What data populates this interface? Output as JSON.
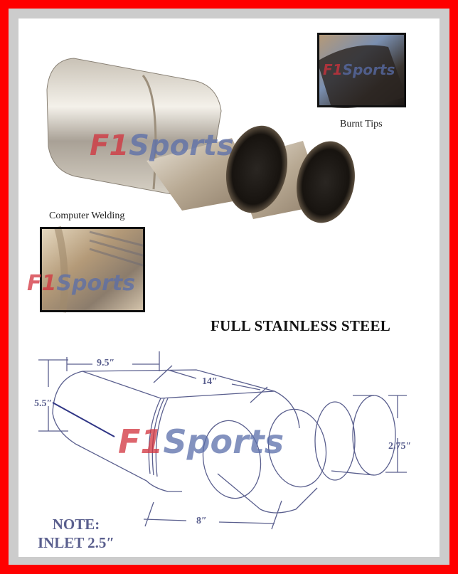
{
  "headline": "FULL STAINLESS STEEL",
  "captions": {
    "burnt_tips": "Burnt Tips",
    "computer_welding": "Computer Welding"
  },
  "watermark": {
    "prefix": "F1",
    "suffix": "Sports"
  },
  "dimensions": {
    "width": "9.5″",
    "length": "14″",
    "height": "5.5″",
    "tip_diameter": "2.75″",
    "tip_length": "8″"
  },
  "note": {
    "line1": "NOTE:",
    "line2": "INLET 2.5″"
  },
  "colors": {
    "outer_border": "#ff0000",
    "inner_border": "#cccccc",
    "background": "#ffffff",
    "diagram_line": "#5a5f8e",
    "watermark_red": "#d2323c",
    "watermark_blue": "#5a6eaa"
  }
}
